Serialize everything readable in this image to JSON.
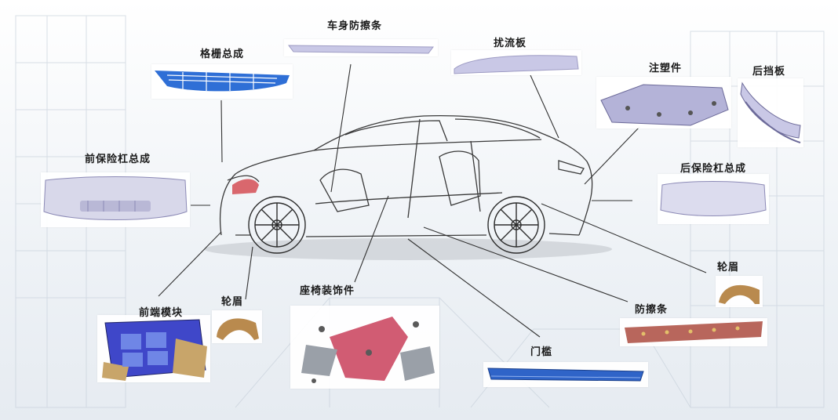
{
  "labels": {
    "body_molding": "车身防擦条",
    "grille_assembly": "格栅总成",
    "spoiler": "扰流板",
    "injection_part": "注塑件",
    "rear_guard": "后挡板",
    "front_bumper_assembly": "前保险杠总成",
    "rear_bumper_assembly": "后保险杠总成",
    "front_end_module": "前端模块",
    "front_wheel_arch": "轮眉",
    "seat_trim": "座椅装饰件",
    "rear_wheel_arch": "轮眉",
    "side_molding": "防擦条",
    "door_sill": "门槛"
  },
  "colors": {
    "grille_blue": "#2f6fd6",
    "part_lavender": "#c9c8e6",
    "module_blue": "#3f47c9",
    "module_tan": "#c8a56a",
    "seat_red": "#c9405a",
    "molding_red": "#b8665c",
    "sill_blue": "#2f64c8",
    "wheel_arch_tan": "#b98a4e",
    "leader_line": "#333333"
  }
}
